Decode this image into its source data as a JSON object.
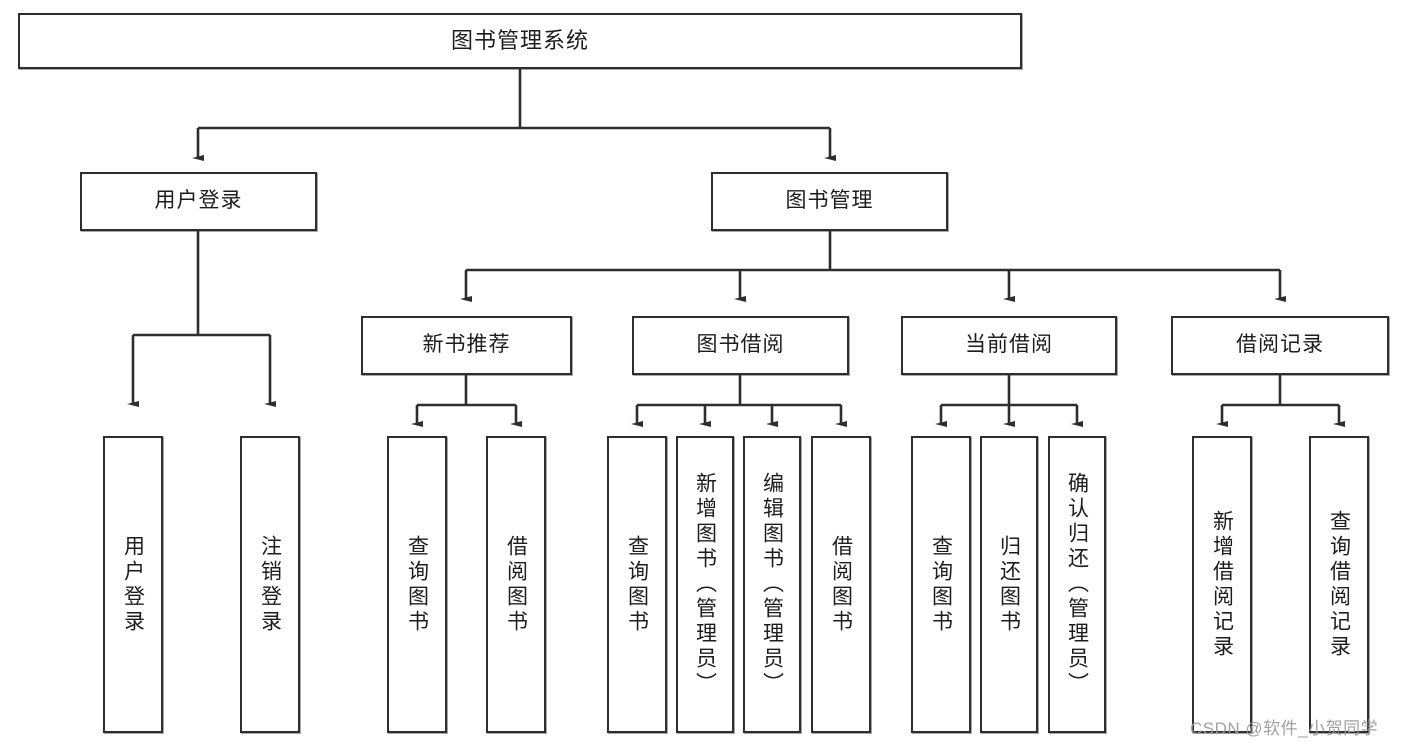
{
  "diagram": {
    "title": "图书管理系统",
    "type": "tree",
    "watermark": "CSDN @软件_小贺同学",
    "colors": {
      "stroke": "#2e2e2e",
      "box_fill": "#ffffff",
      "text": "#1d1d1d",
      "watermark": "#9a9a9a",
      "background": "#ffffff"
    },
    "levels": {
      "root": {
        "label": "图书管理系统"
      },
      "level2": [
        {
          "label": "用户登录"
        },
        {
          "label": "图书管理"
        }
      ],
      "level3": [
        {
          "label": "新书推荐"
        },
        {
          "label": "图书借阅"
        },
        {
          "label": "当前借阅"
        },
        {
          "label": "借阅记录"
        }
      ],
      "leaves": [
        {
          "label": "用户登录",
          "parent": "用户登录"
        },
        {
          "label": "注销登录",
          "parent": "用户登录"
        },
        {
          "label": "查询图书",
          "parent": "新书推荐"
        },
        {
          "label": "借阅图书",
          "parent": "新书推荐"
        },
        {
          "label": "查询图书",
          "parent": "图书借阅"
        },
        {
          "label": "新增图书（管理员）",
          "parent": "图书借阅"
        },
        {
          "label": "编辑图书（管理员）",
          "parent": "图书借阅"
        },
        {
          "label": "借阅图书",
          "parent": "图书借阅"
        },
        {
          "label": "查询图书",
          "parent": "当前借阅"
        },
        {
          "label": "归还图书",
          "parent": "当前借阅"
        },
        {
          "label": "确认归还（管理员）",
          "parent": "当前借阅"
        },
        {
          "label": "新增借阅记录",
          "parent": "借阅记录"
        },
        {
          "label": "查询借阅记录",
          "parent": "借阅记录"
        }
      ]
    }
  }
}
